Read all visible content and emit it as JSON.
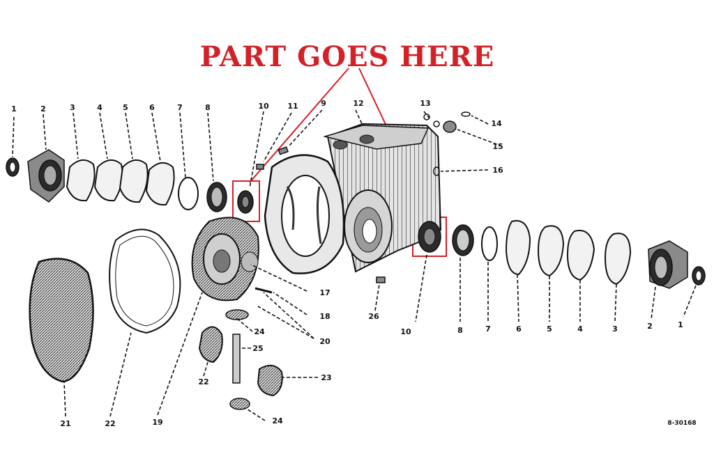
{
  "title": "PART GOES HERE",
  "drawing_code": "8-30168",
  "colors": {
    "highlight": "#d42027",
    "ink": "#111111",
    "paper": "#ffffff"
  },
  "labels": {
    "l1": "1",
    "l2": "2",
    "l3": "3",
    "l4": "4",
    "l5": "5",
    "l6": "6",
    "l7": "7",
    "l8": "8",
    "l10": "10",
    "l11": "11",
    "l9": "9",
    "l12": "12",
    "l13": "13",
    "l14": "14",
    "l15": "15",
    "l16": "16",
    "l17": "17",
    "l18": "18",
    "l20": "20",
    "l24": "24",
    "l25": "25",
    "l22": "22",
    "l23": "23",
    "l24b": "24",
    "l19": "19",
    "l21": "21",
    "l22b": "22",
    "l26": "26",
    "r10": "10",
    "r8": "8",
    "r7": "7",
    "r6": "6",
    "r5": "5",
    "r4": "4",
    "r3": "3",
    "r2": "2",
    "r1": "1"
  }
}
